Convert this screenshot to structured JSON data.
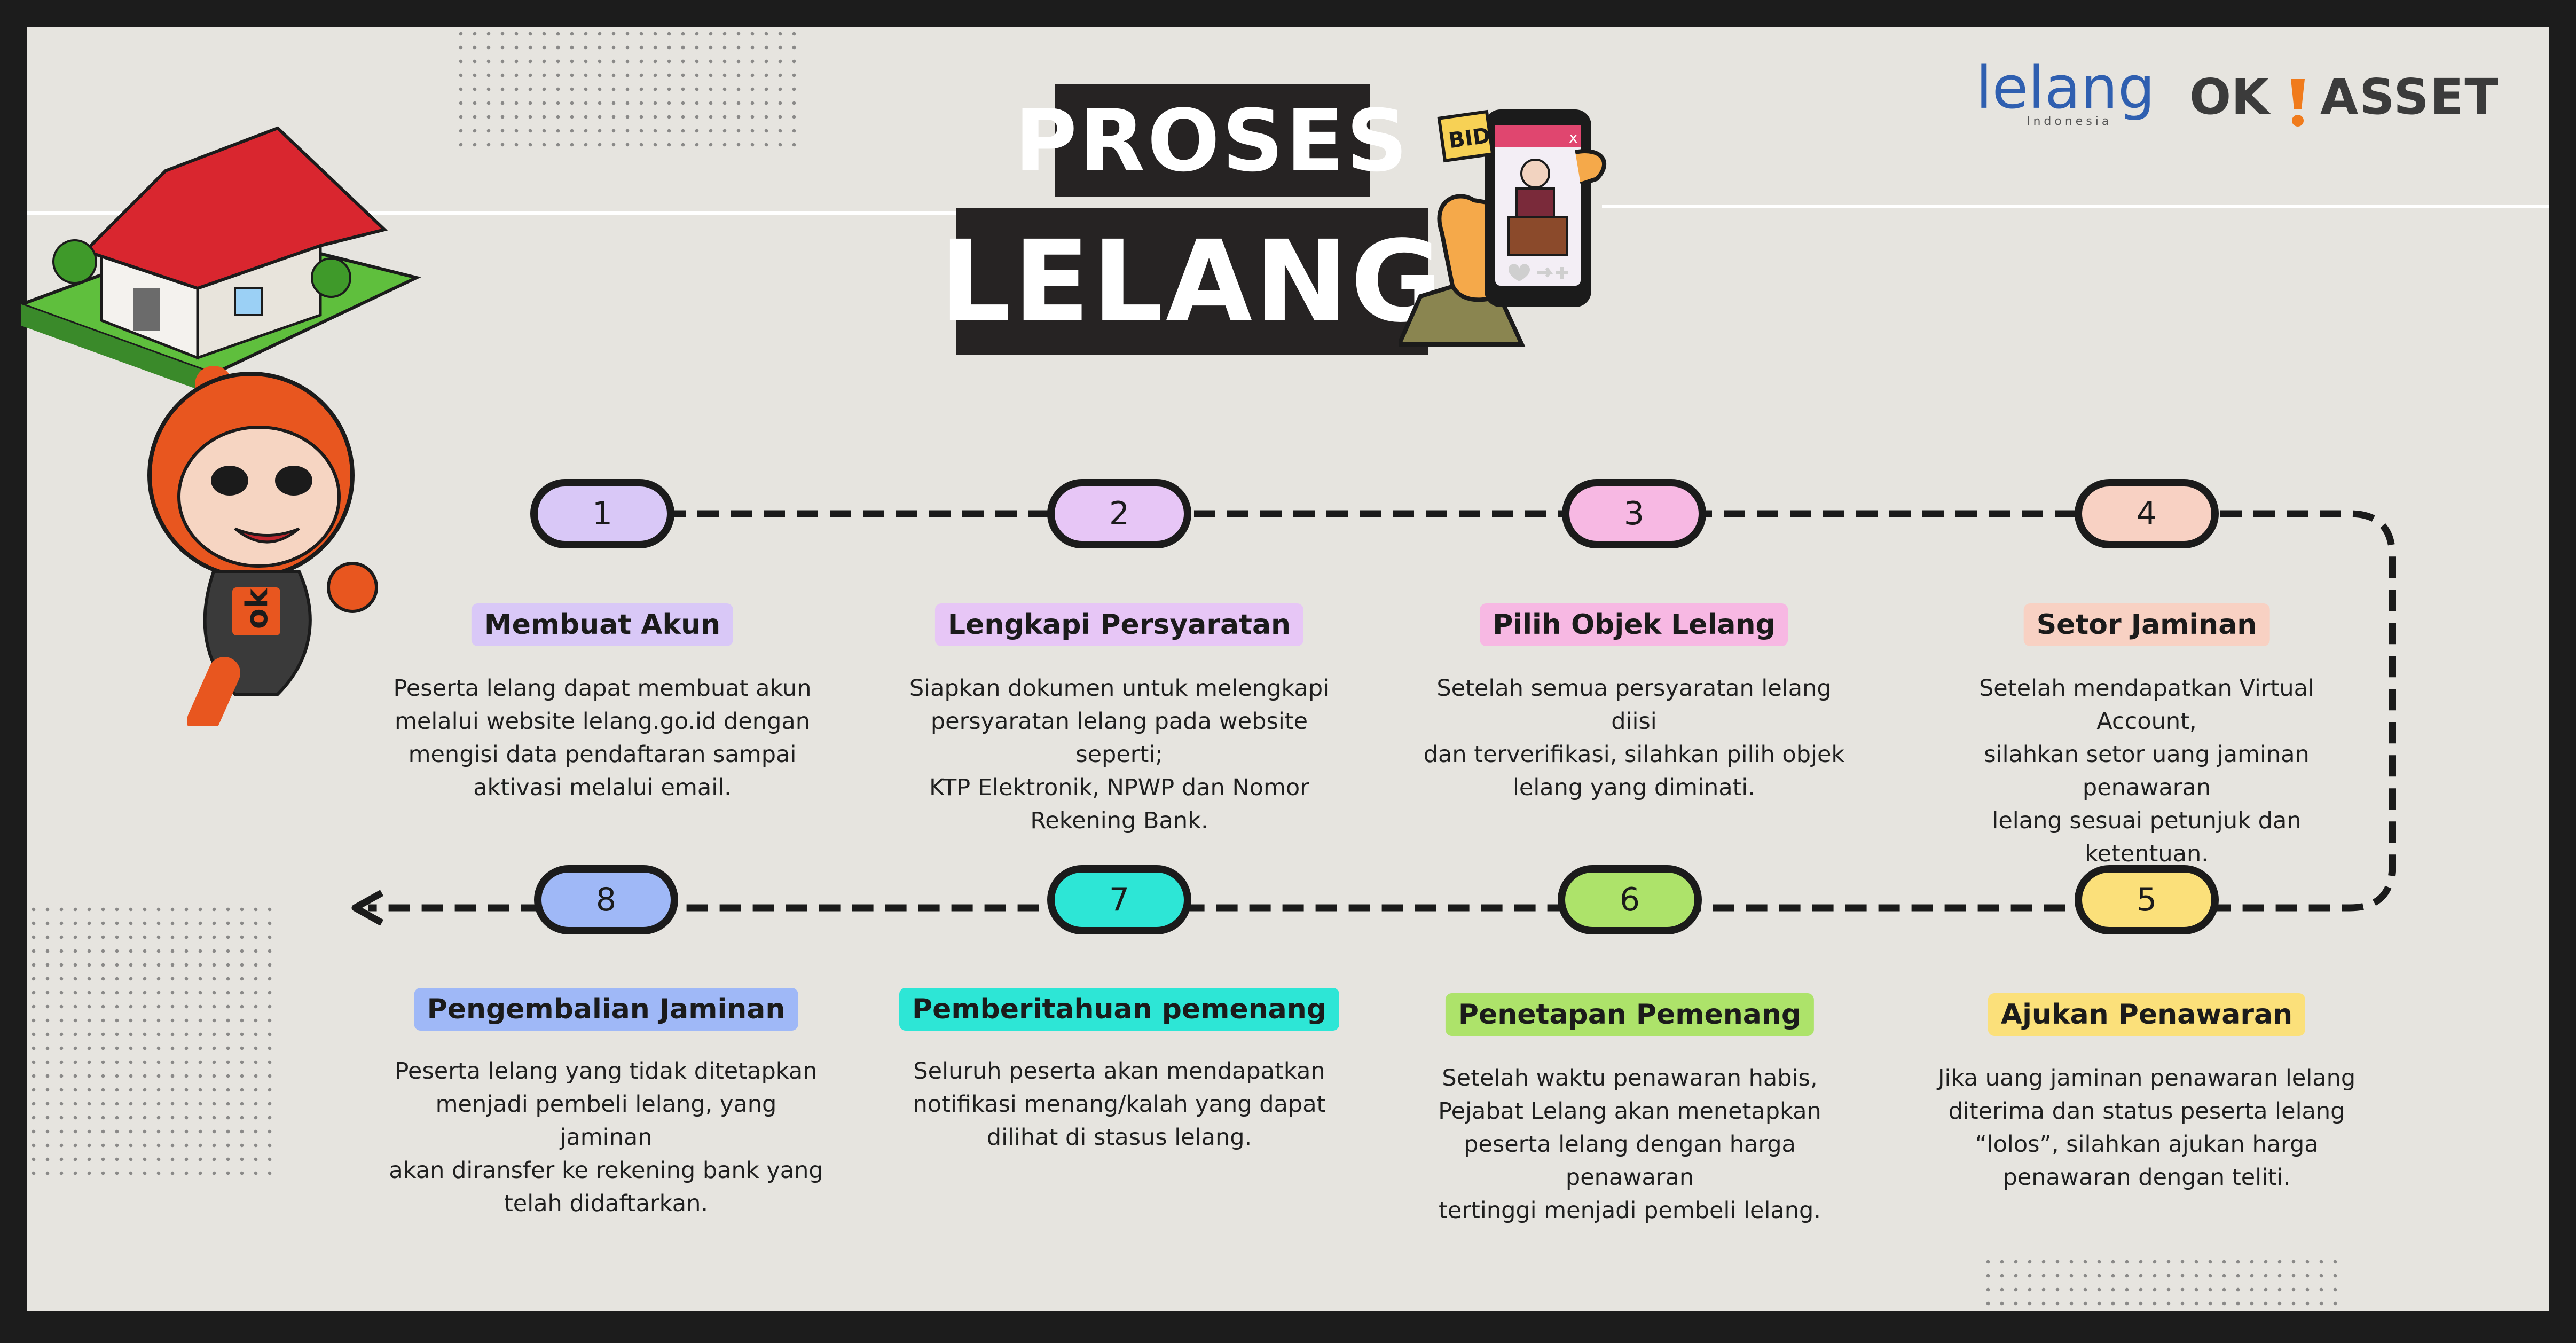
{
  "title": {
    "line1": "PROSES",
    "line2": "LELANG"
  },
  "phone": {
    "bid_tag": "BID",
    "close_mark": "x"
  },
  "logos": {
    "lelang": "lelang",
    "lelang_sub": "Indonesia",
    "ok": "OK",
    "asset": "ASSET"
  },
  "mascot": {
    "badge": "ok"
  },
  "steps": [
    {
      "number": "1",
      "title": "Membuat Akun",
      "color": "#d9c8f7",
      "lines": [
        "Peserta lelang dapat membuat akun",
        "melalui website lelang.go.id dengan",
        "mengisi data pendaftaran sampai",
        "aktivasi melalui email."
      ]
    },
    {
      "number": "2",
      "title": "Lengkapi Persyaratan",
      "color": "#e7c6f6",
      "lines": [
        "Siapkan dokumen untuk melengkapi",
        "persyaratan lelang pada website seperti;",
        "KTP Elektronik, NPWP dan Nomor",
        "Rekening Bank."
      ]
    },
    {
      "number": "3",
      "title": "Pilih Objek Lelang",
      "color": "#f7b8e3",
      "lines": [
        "Setelah semua persyaratan lelang diisi",
        "dan terverifikasi, silahkan pilih objek",
        "lelang yang diminati."
      ]
    },
    {
      "number": "4",
      "title": "Setor Jaminan",
      "color": "#f8d1c3",
      "lines": [
        "Setelah mendapatkan Virtual Account,",
        "silahkan setor uang jaminan penawaran",
        "lelang sesuai petunjuk dan ketentuan."
      ]
    },
    {
      "number": "5",
      "title": "Ajukan Penawaran",
      "color": "#fbe07a",
      "lines": [
        "Jika uang jaminan penawaran lelang",
        "diterima dan status peserta lelang",
        "“lolos”, silahkan ajukan harga",
        "penawaran dengan teliti."
      ]
    },
    {
      "number": "6",
      "title": "Penetapan Pemenang",
      "color": "#ade36a",
      "lines": [
        "Setelah waktu penawaran habis,",
        "Pejabat Lelang akan menetapkan",
        "peserta lelang dengan harga penawaran",
        "tertinggi menjadi pembeli lelang."
      ]
    },
    {
      "number": "7",
      "title": "Pemberitahuan pemenang",
      "color": "#2de6d6",
      "lines": [
        "Seluruh peserta akan mendapatkan",
        "notifikasi menang/kalah yang dapat",
        "dilihat di stasus lelang."
      ]
    },
    {
      "number": "8",
      "title": "Pengembalian Jaminan",
      "color": "#9fb8f7",
      "lines": [
        "Peserta lelang yang tidak ditetapkan",
        "menjadi pembeli lelang, yang jaminan",
        "akan diransfer ke rekening bank yang",
        "telah didaftarkan."
      ]
    }
  ]
}
